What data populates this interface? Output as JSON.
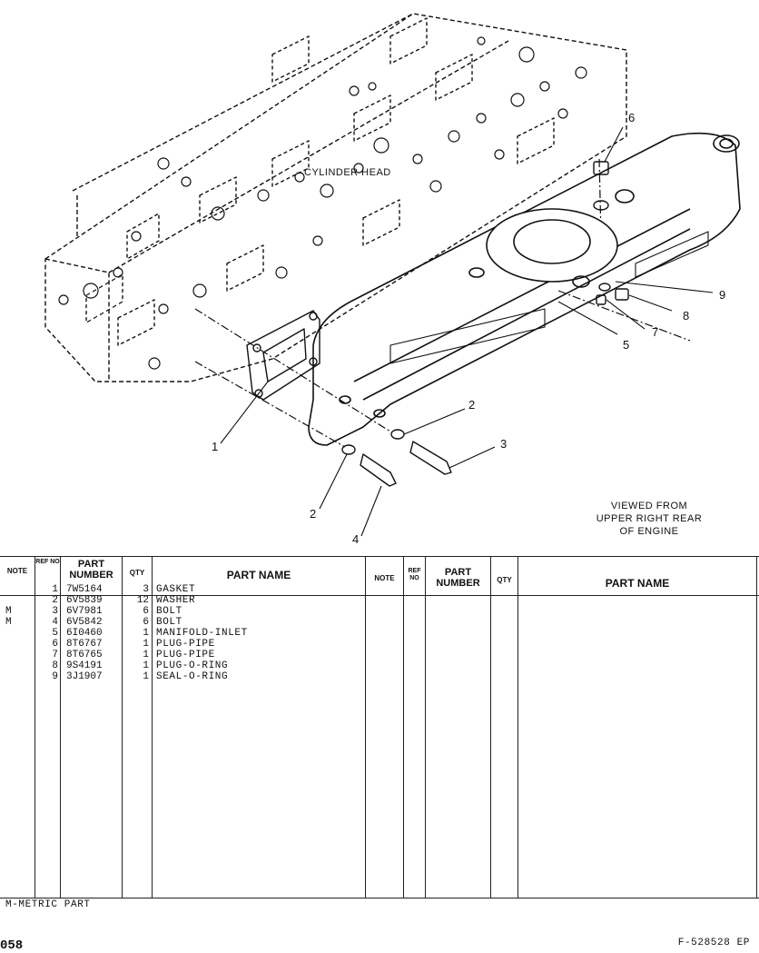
{
  "diagram": {
    "caption_head": "CYLINDER HEAD",
    "viewed": [
      "VIEWED FROM",
      "UPPER RIGHT REAR",
      "OF ENGINE"
    ],
    "callouts": [
      "1",
      "2",
      "2",
      "3",
      "4",
      "5",
      "6",
      "7",
      "8",
      "9"
    ]
  },
  "table": {
    "headers": {
      "note": "NOTE",
      "ref_no": "REF NO",
      "part_number": "PART NUMBER",
      "qty": "QTY",
      "part_name": "PART NAME"
    },
    "rows": [
      {
        "note": "",
        "ref": "1",
        "number": "7W5164",
        "qty": "3",
        "name": "GASKET"
      },
      {
        "note": "",
        "ref": "2",
        "number": "6V5839",
        "qty": "12",
        "name": "WASHER"
      },
      {
        "note": "M",
        "ref": "3",
        "number": "6V7981",
        "qty": "6",
        "name": "BOLT"
      },
      {
        "note": "M",
        "ref": "4",
        "number": "6V5842",
        "qty": "6",
        "name": "BOLT"
      },
      {
        "note": "",
        "ref": "5",
        "number": "6I0460",
        "qty": "1",
        "name": "MANIFOLD-INLET"
      },
      {
        "note": "",
        "ref": "6",
        "number": "8T6767",
        "qty": "1",
        "name": "PLUG-PIPE"
      },
      {
        "note": "",
        "ref": "7",
        "number": "8T6765",
        "qty": "1",
        "name": "PLUG-PIPE"
      },
      {
        "note": "",
        "ref": "8",
        "number": "9S4191",
        "qty": "1",
        "name": "PLUG-O-RING"
      },
      {
        "note": "",
        "ref": "9",
        "number": "3J1907",
        "qty": "1",
        "name": "SEAL-O-RING"
      }
    ]
  },
  "footnote": "M-METRIC PART",
  "page_number": "058",
  "figure_ref": "F-528528 EP"
}
